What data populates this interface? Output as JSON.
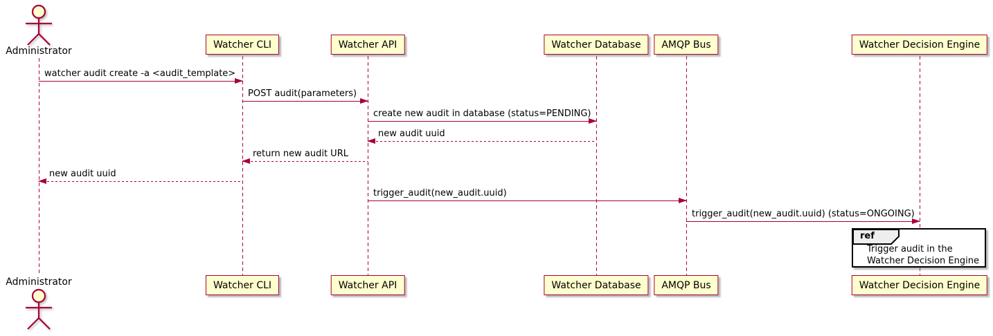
{
  "diagram": {
    "kind": "uml-sequence-diagram",
    "colors": {
      "participant_fill": "#FEFECE",
      "participant_border": "#A80036",
      "lifeline": "#A80036",
      "arrow": "#A80036",
      "text": "#000000",
      "ref_border": "#000000",
      "ref_tab_fill": "#EEEEEE"
    },
    "actor": {
      "label": "Administrator"
    },
    "participants": [
      {
        "label": "Watcher CLI"
      },
      {
        "label": "Watcher API"
      },
      {
        "label": "Watcher Database"
      },
      {
        "label": "AMQP Bus"
      },
      {
        "label": "Watcher Decision Engine"
      }
    ],
    "messages": [
      {
        "from": "Administrator",
        "to": "Watcher CLI",
        "label": "watcher audit create -a <audit_template>",
        "line": "solid",
        "direction": "right"
      },
      {
        "from": "Watcher CLI",
        "to": "Watcher API",
        "label": "POST audit(parameters)",
        "line": "solid",
        "direction": "right"
      },
      {
        "from": "Watcher API",
        "to": "Watcher Database",
        "label": "create new audit in database (status=PENDING)",
        "line": "solid",
        "direction": "right"
      },
      {
        "from": "Watcher Database",
        "to": "Watcher API",
        "label": "new audit uuid",
        "line": "dashed",
        "direction": "left"
      },
      {
        "from": "Watcher API",
        "to": "Watcher CLI",
        "label": "return new audit URL",
        "line": "dashed",
        "direction": "left"
      },
      {
        "from": "Watcher CLI",
        "to": "Administrator",
        "label": "new audit uuid",
        "line": "dashed",
        "direction": "left"
      },
      {
        "from": "Watcher API",
        "to": "AMQP Bus",
        "label": "trigger_audit(new_audit.uuid)",
        "line": "solid",
        "direction": "right"
      },
      {
        "from": "AMQP Bus",
        "to": "Watcher Decision Engine",
        "label": "trigger_audit(new_audit.uuid) (status=ONGOING)",
        "line": "solid",
        "direction": "right"
      }
    ],
    "ref": {
      "keyword": "ref",
      "lines": [
        "Trigger audit in the",
        "Watcher Decision Engine"
      ]
    }
  }
}
